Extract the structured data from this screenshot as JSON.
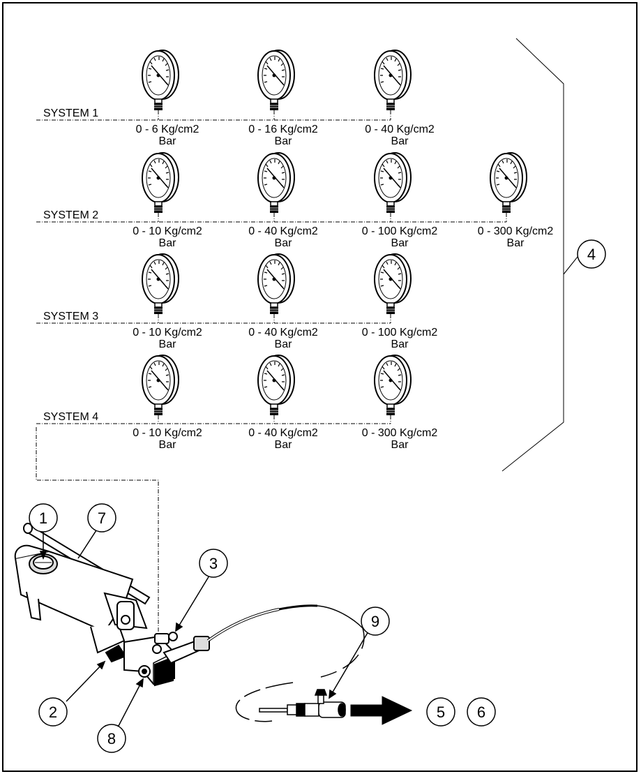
{
  "systems": [
    {
      "label": "SYSTEM 1",
      "gauges": [
        {
          "range": "0 - 6 Kg/cm2",
          "unit": "Bar"
        },
        {
          "range": "0 - 16 Kg/cm2",
          "unit": "Bar"
        },
        {
          "range": "0 - 40 Kg/cm2",
          "unit": "Bar"
        }
      ]
    },
    {
      "label": "SYSTEM 2",
      "gauges": [
        {
          "range": "0 - 10 Kg/cm2",
          "unit": "Bar"
        },
        {
          "range": "0 - 40 Kg/cm2",
          "unit": "Bar"
        },
        {
          "range": "0 - 100 Kg/cm2",
          "unit": "Bar"
        },
        {
          "range": "0 - 300 Kg/cm2",
          "unit": "Bar"
        }
      ]
    },
    {
      "label": "SYSTEM 3",
      "gauges": [
        {
          "range": "0 - 10 Kg/cm2",
          "unit": "Bar"
        },
        {
          "range": "0 - 40 Kg/cm2",
          "unit": "Bar"
        },
        {
          "range": "0 - 100 Kg/cm2",
          "unit": "Bar"
        }
      ]
    },
    {
      "label": "SYSTEM 4",
      "gauges": [
        {
          "range": "0 - 10 Kg/cm2",
          "unit": "Bar"
        },
        {
          "range": "0 - 40 Kg/cm2",
          "unit": "Bar"
        },
        {
          "range": "0 - 300 Kg/cm2",
          "unit": "Bar"
        }
      ]
    }
  ],
  "callouts": {
    "c1": "1",
    "c2": "2",
    "c3": "3",
    "c4": "4",
    "c5": "5",
    "c6": "6",
    "c7": "7",
    "c8": "8",
    "c9": "9"
  }
}
